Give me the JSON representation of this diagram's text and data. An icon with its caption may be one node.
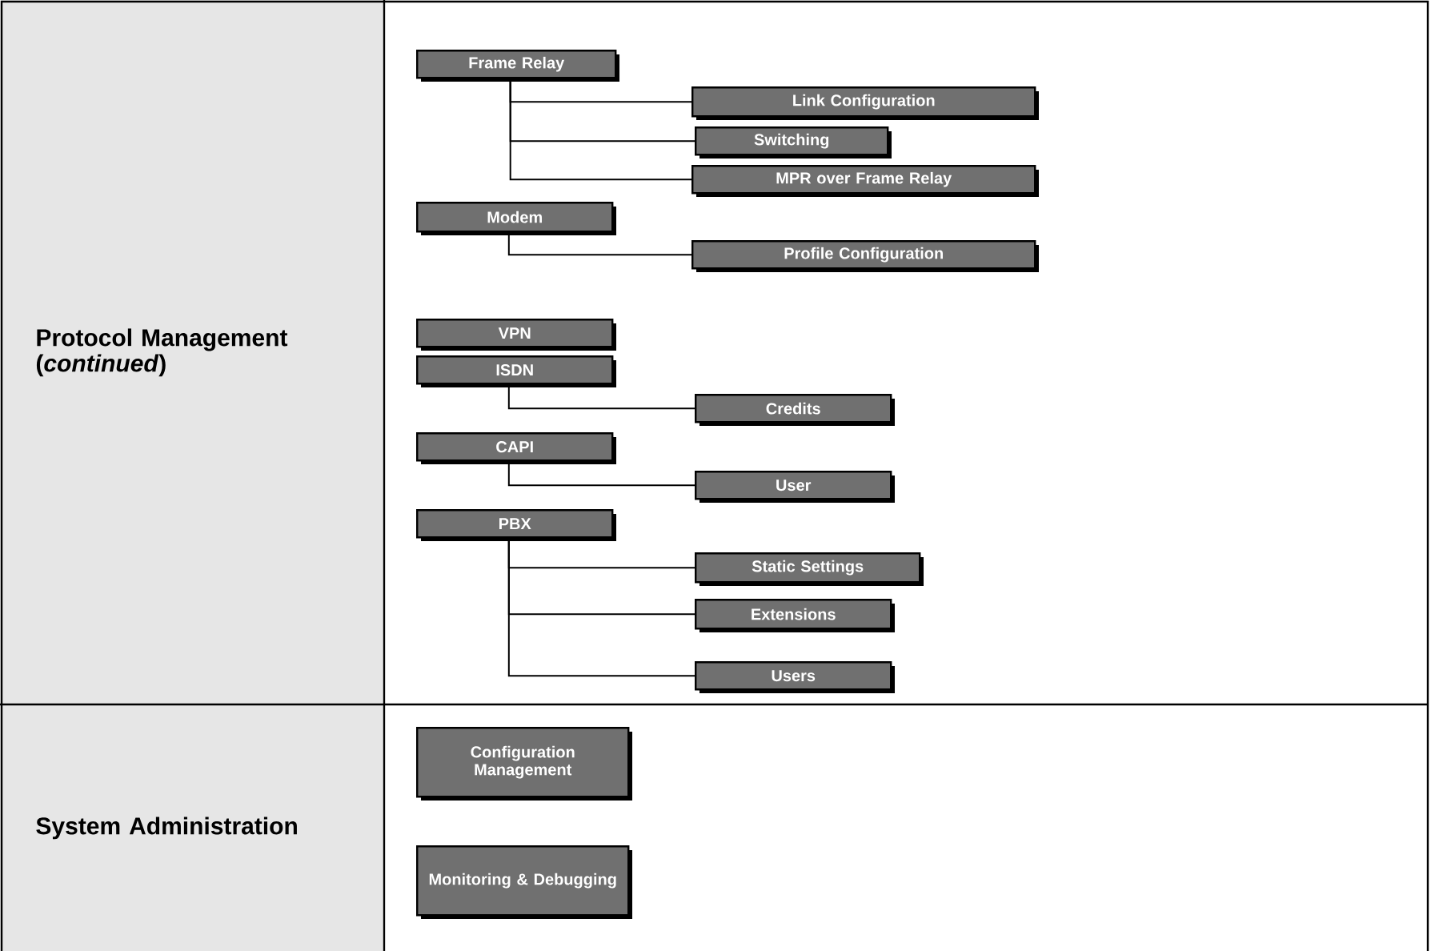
{
  "diagram": {
    "nodes": [
      {
        "text": [
          "Protocol Management (*continued*)"
        ]
      },
      {
        "text": [
          "Frame Relay"
        ]
      },
      {
        "text": [
          "Link Configuration"
        ]
      },
      {
        "text": [
          "Switching"
        ]
      },
      {
        "text": [
          "MPR over Frame Relay"
        ]
      },
      {
        "text": [
          "Modem"
        ]
      },
      {
        "text": [
          "Profile Configuration"
        ]
      },
      {
        "text": [
          "VPN"
        ]
      },
      {
        "text": [
          "ISDN"
        ]
      },
      {
        "text": [
          "Credits"
        ]
      },
      {
        "text": [
          "CAPI"
        ]
      },
      {
        "text": [
          "User"
        ]
      },
      {
        "text": [
          "PBX"
        ]
      },
      {
        "text": [
          "Static Settings"
        ]
      },
      {
        "text": [
          "Extensions"
        ]
      },
      {
        "text": [
          "Users"
        ]
      },
      {
        "text": [
          "System Administration"
        ]
      },
      {
        "text": [
          "Configuration Management"
        ]
      },
      {
        "text": [
          "Monitoring & Debugging"
        ]
      }
    ],
    "edges": [
      {
        "from": 1,
        "to": 2,
        "arrow": "none"
      },
      {
        "from": 1,
        "to": 3,
        "arrow": "none"
      },
      {
        "from": 1,
        "to": 4,
        "arrow": "none"
      },
      {
        "from": 5,
        "to": 6,
        "arrow": "none"
      },
      {
        "from": 8,
        "to": 9,
        "arrow": "none"
      },
      {
        "from": 10,
        "to": 11,
        "arrow": "none"
      },
      {
        "from": 12,
        "to": 13,
        "arrow": "none"
      },
      {
        "from": 12,
        "to": 14,
        "arrow": "none"
      },
      {
        "from": 12,
        "to": 15,
        "arrow": "none"
      }
    ]
  }
}
